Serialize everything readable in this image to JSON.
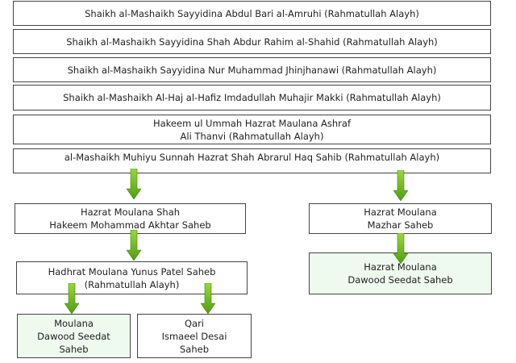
{
  "chain": [
    {
      "lines": [
        "Shaikh al-Mashaikh Sayyidina Abdul Bari al-Amruhi (Rahmatullah Alayh)"
      ]
    },
    {
      "lines": [
        "Shaikh al-Mashaikh Sayyidina Shah Abdur Rahim al-Shahid (Rahmatullah Alayh)"
      ]
    },
    {
      "lines": [
        "Shaikh al-Mashaikh Sayyidina Nur Muhammad Jhinjhanawi (Rahmatullah Alayh)"
      ]
    },
    {
      "lines": [
        "Shaikh al-Mashaikh Al-Haj al-Hafiz Imdadullah Muhajir Makki (Rahmatullah Alayh)"
      ]
    },
    {
      "lines": [
        "Hakeem ul Ummah  Hazrat Maulana Ashraf",
        "Ali Thanvi (Rahmatullah Alayh)"
      ]
    },
    {
      "lines": [
        "al-Mashaikh Muhiyu Sunnah  Hazrat Shah Abrarul Haq Sahib  (Rahmatullah Alayh)"
      ]
    }
  ],
  "left_branch": {
    "akhtar": {
      "lines": [
        "Hazrat Moulana Shah",
        "Hakeem Mohammad Akhtar Saheb"
      ]
    },
    "yunus": {
      "lines": [
        "Hadhrat Moulana Yunus Patel Saheb",
        "(Rahmatullah Alayh)"
      ]
    },
    "dawood": {
      "lines": [
        "Moulana",
        "Dawood Seedat",
        "Saheb"
      ]
    },
    "ismaeel": {
      "lines": [
        "Qari",
        "Ismaeel Desai",
        "Saheb"
      ]
    }
  },
  "right_branch": {
    "mazhar": {
      "lines": [
        "Hazrat Moulana",
        "Mazhar Saheb"
      ]
    },
    "dawood": {
      "lines": [
        "Hazrat Moulana",
        "Dawood Seedat Saheb"
      ]
    }
  },
  "colors": {
    "arrow_light": "#9bd63a",
    "arrow_dark": "#4f9e12",
    "leaf_fill": "#eefaee",
    "border": "#444444"
  }
}
